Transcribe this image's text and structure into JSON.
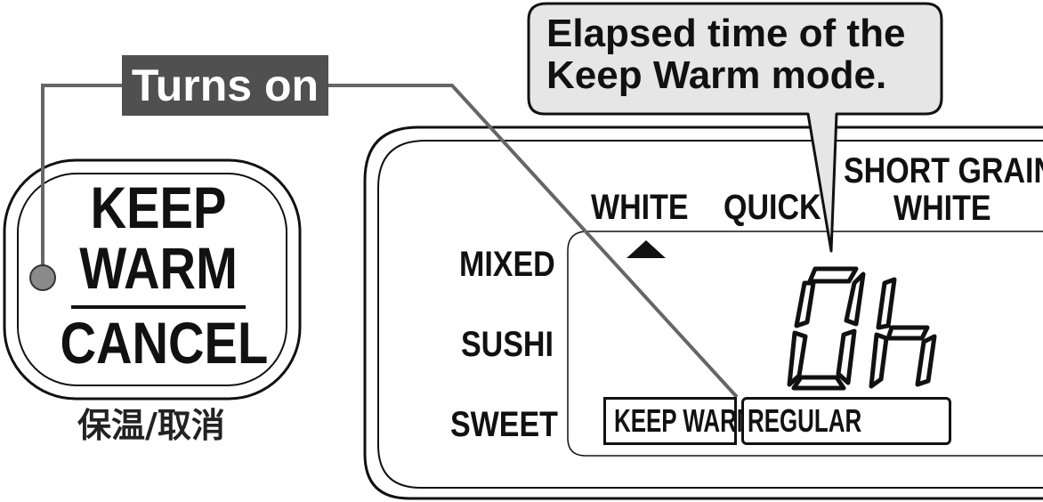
{
  "button": {
    "line1": "KEEP",
    "line2": "WARM",
    "line3": "CANCEL",
    "japanese": "保温/取消"
  },
  "callout": {
    "label": "Turns on"
  },
  "bubble": {
    "line1": "Elapsed time of the",
    "line2": "Keep Warm mode."
  },
  "menu": {
    "white": "WHITE",
    "quick": "QUICK",
    "short_grain_line1": "SHORT GRAIN",
    "short_grain_line2": "WHITE",
    "mixed": "MIXED",
    "sushi": "SUSHI",
    "sweet": "SWEET"
  },
  "display": {
    "time_digit": "0",
    "time_unit": "h",
    "keep_warm_indicator": "KEEP WARM",
    "regular_indicator": "REGULAR"
  },
  "colors": {
    "callout_bg": "#505050",
    "bubble_bg": "#e6e6e6",
    "dot": "#8a8a8a",
    "line": "#666666",
    "outline": "#111111"
  }
}
